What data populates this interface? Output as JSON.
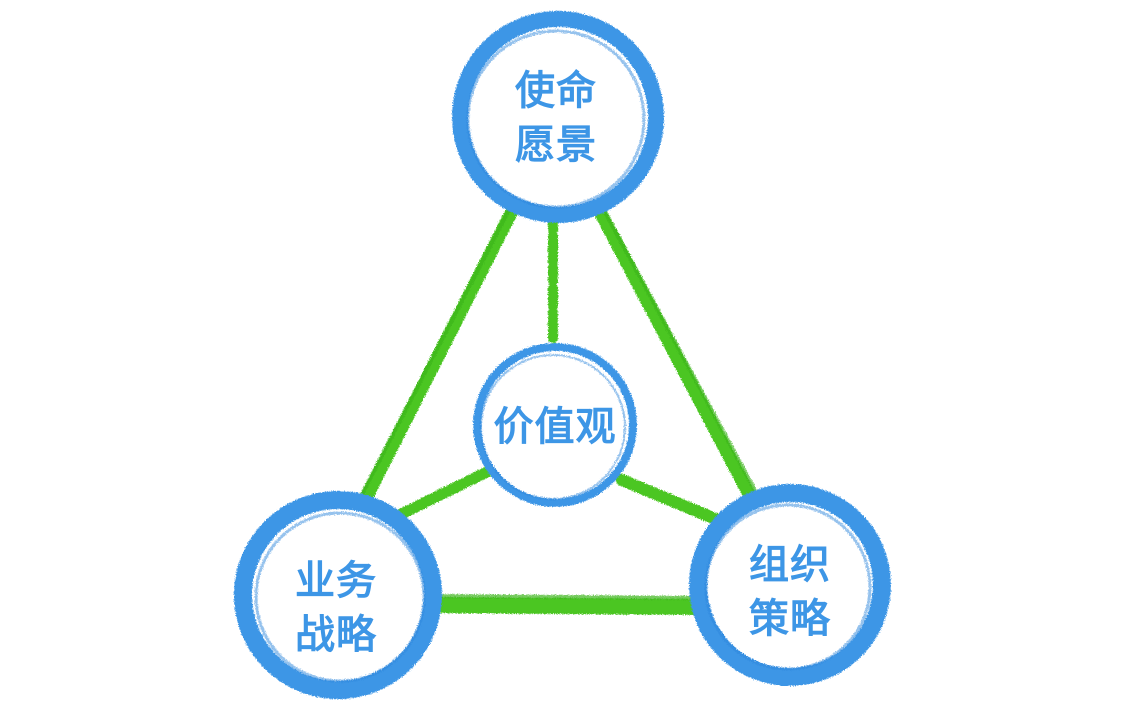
{
  "colors": {
    "ring": "#3d96e6",
    "ring_dark": "#2b86dc",
    "connector": "#4cc624",
    "connector_dark": "#3cb51a",
    "label": "#3d96e6",
    "background": "#ffffff"
  },
  "nodes": {
    "mission": {
      "line1": "使命",
      "line2": "愿景"
    },
    "values": {
      "line1": "价值观"
    },
    "business": {
      "line1": "业务",
      "line2": "战略"
    },
    "organization": {
      "line1": "组织",
      "line2": "策略"
    }
  }
}
